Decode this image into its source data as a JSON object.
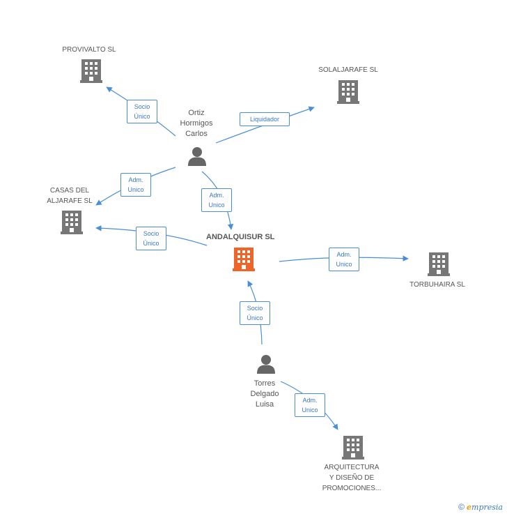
{
  "nodes": {
    "main": {
      "label": "ANDALQUISUR SL",
      "icon": "building-icon",
      "color": "#f0642a"
    },
    "provivalto": {
      "label": "PROVIVALTO SL",
      "icon": "building-icon"
    },
    "solaljarafe": {
      "label": "SOLALJARAFE SL",
      "icon": "building-icon"
    },
    "casas": {
      "line1": "CASAS DEL",
      "line2": "ALJARAFE SL",
      "icon": "building-icon"
    },
    "torbuhaira": {
      "label": "TORBUHAIRA SL",
      "icon": "building-icon"
    },
    "arquitectura": {
      "line1": "ARQUITECTURA",
      "line2": "Y DISEÑO DE",
      "line3": "PROMOCIONES...",
      "icon": "building-icon"
    },
    "ortiz": {
      "line1": "Ortiz",
      "line2": "Hormigos",
      "line3": "Carlos",
      "icon": "person-icon"
    },
    "torres": {
      "line1": "Torres",
      "line2": "Delgado",
      "line3": "Luisa",
      "icon": "person-icon"
    }
  },
  "edges": {
    "ortiz_provivalto": {
      "line1": "Socio",
      "line2": "Único"
    },
    "ortiz_solaljarafe": {
      "line1": "Liquidador"
    },
    "ortiz_casas": {
      "line1": "Adm.",
      "line2": "Unico"
    },
    "ortiz_main": {
      "line1": "Adm.",
      "line2": "Unico"
    },
    "main_casas": {
      "line1": "Socio",
      "line2": "Único"
    },
    "main_torbuhaira": {
      "line1": "Adm.",
      "line2": "Unico"
    },
    "torres_main": {
      "line1": "Socio",
      "line2": "Único"
    },
    "torres_arquitectura": {
      "line1": "Adm.",
      "line2": "Unico"
    }
  },
  "colors": {
    "edge": "#4a8fd4",
    "building": "#777777",
    "person": "#666666",
    "main": "#f0642a"
  },
  "footer": {
    "copyright": "©",
    "brand_first": "e",
    "brand_rest": "mpresia"
  }
}
